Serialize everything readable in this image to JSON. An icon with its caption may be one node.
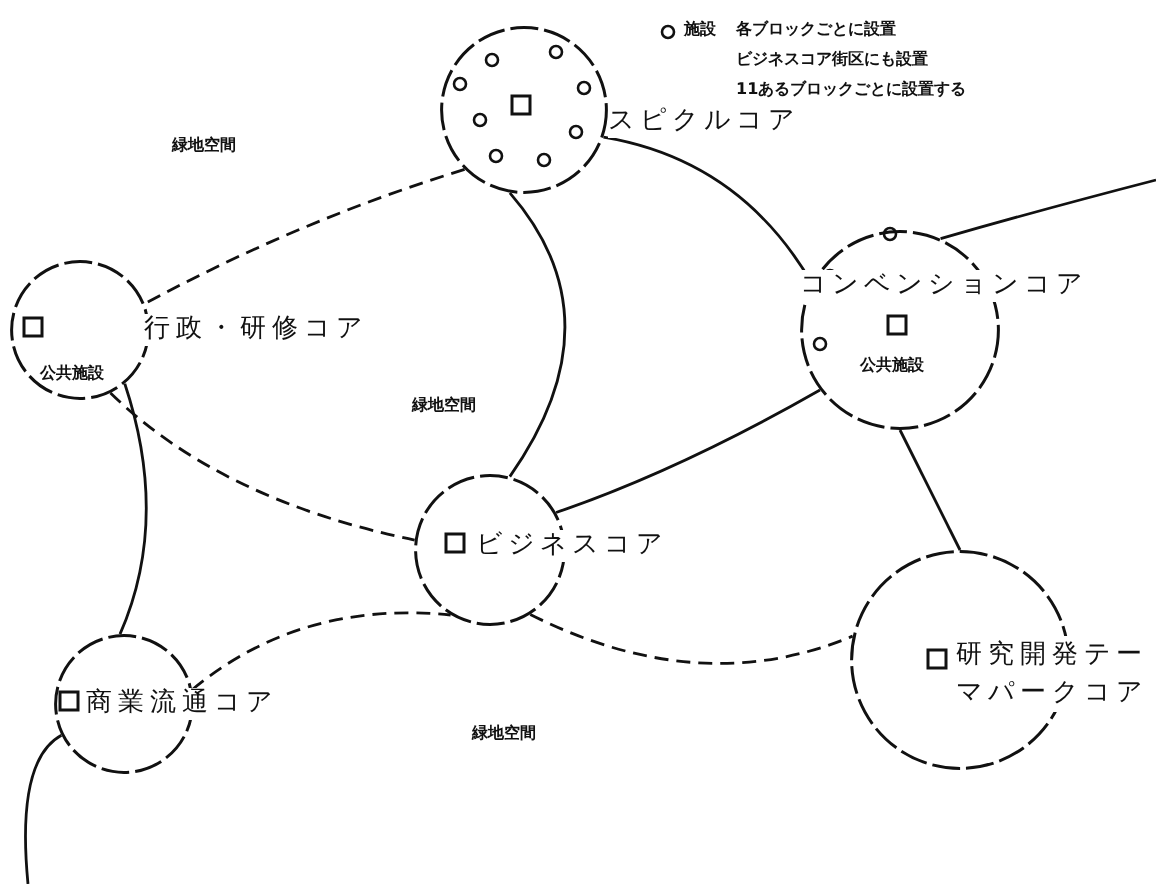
{
  "diagram": {
    "nodes": [
      {
        "text": [
          "スピクルコア"
        ]
      },
      {
        "text": [
          "行政・研修コア",
          "公共施設"
        ]
      },
      {
        "text": [
          "コンベンションコア",
          "公共施設"
        ]
      },
      {
        "text": [
          "ビジネスコア"
        ]
      },
      {
        "text": [
          "商業流通コア"
        ]
      },
      {
        "text": [
          "研究開発テーマパークコア"
        ]
      }
    ],
    "edges": [
      {
        "from": 0,
        "to": 1,
        "arrow": "none",
        "style": "dashed"
      },
      {
        "from": 0,
        "to": 2,
        "arrow": "none"
      },
      {
        "from": 0,
        "to": 3,
        "arrow": "none"
      },
      {
        "from": 2,
        "to": 3,
        "arrow": "none"
      },
      {
        "from": null,
        "to": 2,
        "arrow": "none"
      },
      {
        "from": 1,
        "to": 3,
        "arrow": "none",
        "style": "dashed"
      },
      {
        "from": 1,
        "to": 4,
        "arrow": "none"
      },
      {
        "from": 4,
        "to": 3,
        "arrow": "none",
        "style": "dashed"
      },
      {
        "from": 3,
        "to": 5,
        "arrow": "none",
        "style": "dashed"
      },
      {
        "from": 2,
        "to": 5,
        "arrow": "none"
      },
      {
        "from": 4,
        "to": null,
        "arrow": "none"
      }
    ],
    "labels": [
      "緑地空間",
      "緑地空間",
      "緑地空間",
      "各ブロックごとに設置",
      "ビジネスコア街区にも設置",
      "11あるブロックごとに設置する"
    ],
    "legend": [
      {
        "text": "施設"
      }
    ]
  }
}
